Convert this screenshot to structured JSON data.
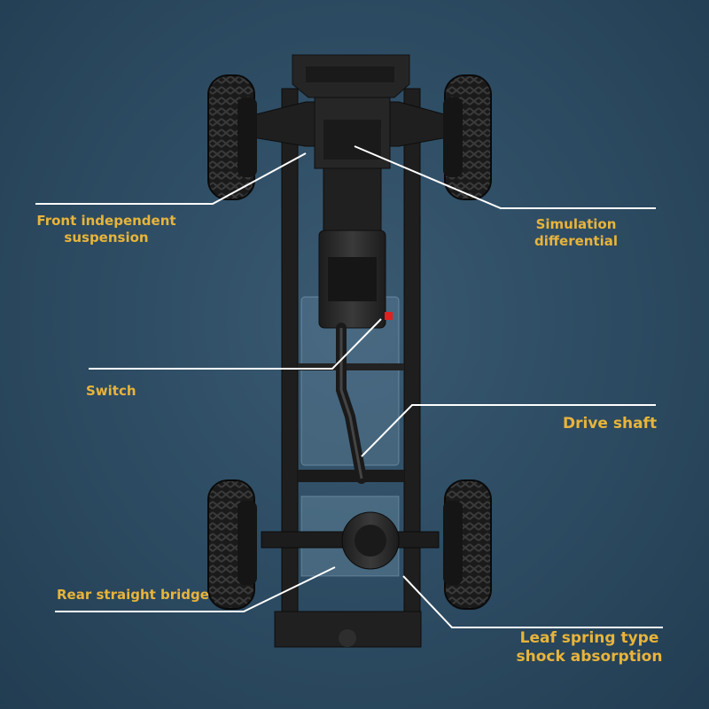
{
  "labels": {
    "front_suspension": "Front independent\nsuspension",
    "differential": "Simulation\ndifferential",
    "switch": "Switch",
    "drive_shaft": "Drive shaft",
    "rear_bridge": "Rear straight bridge",
    "leaf_spring": "Leaf spring type\nshock absorption"
  },
  "colors": {
    "label_text": "#e8b43a",
    "leader_line": "#ffffff",
    "background": "#2e4d64",
    "switch_indicator": "#e02020"
  }
}
